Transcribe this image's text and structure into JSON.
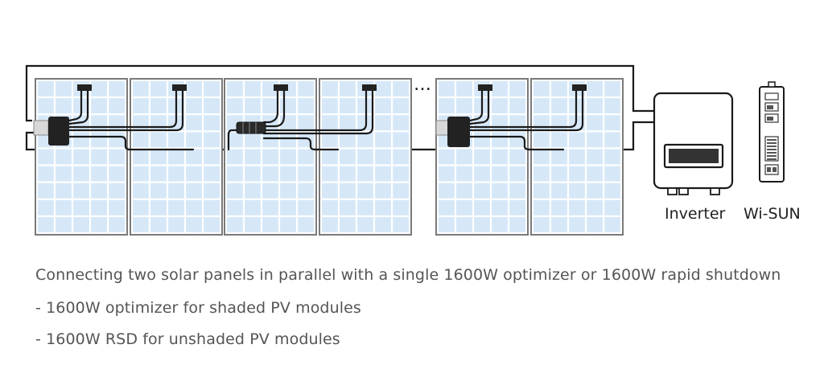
{
  "labels": {
    "inverter": "Inverter",
    "wisun": "Wi-SUN",
    "ellipsis": "…"
  },
  "caption": {
    "line1": "Connecting two solar panels in parallel with a single 1600W optimizer or 1600W rapid shutdown",
    "line2": "- 1600W optimizer for shaded PV modules",
    "line3": "- 1600W RSD for unshaded PV modules"
  },
  "colors": {
    "panel_cell": "#d6e8f8",
    "panel_frame": "#7a7a7a",
    "wire": "#1a1a1a",
    "device": "#222222"
  }
}
